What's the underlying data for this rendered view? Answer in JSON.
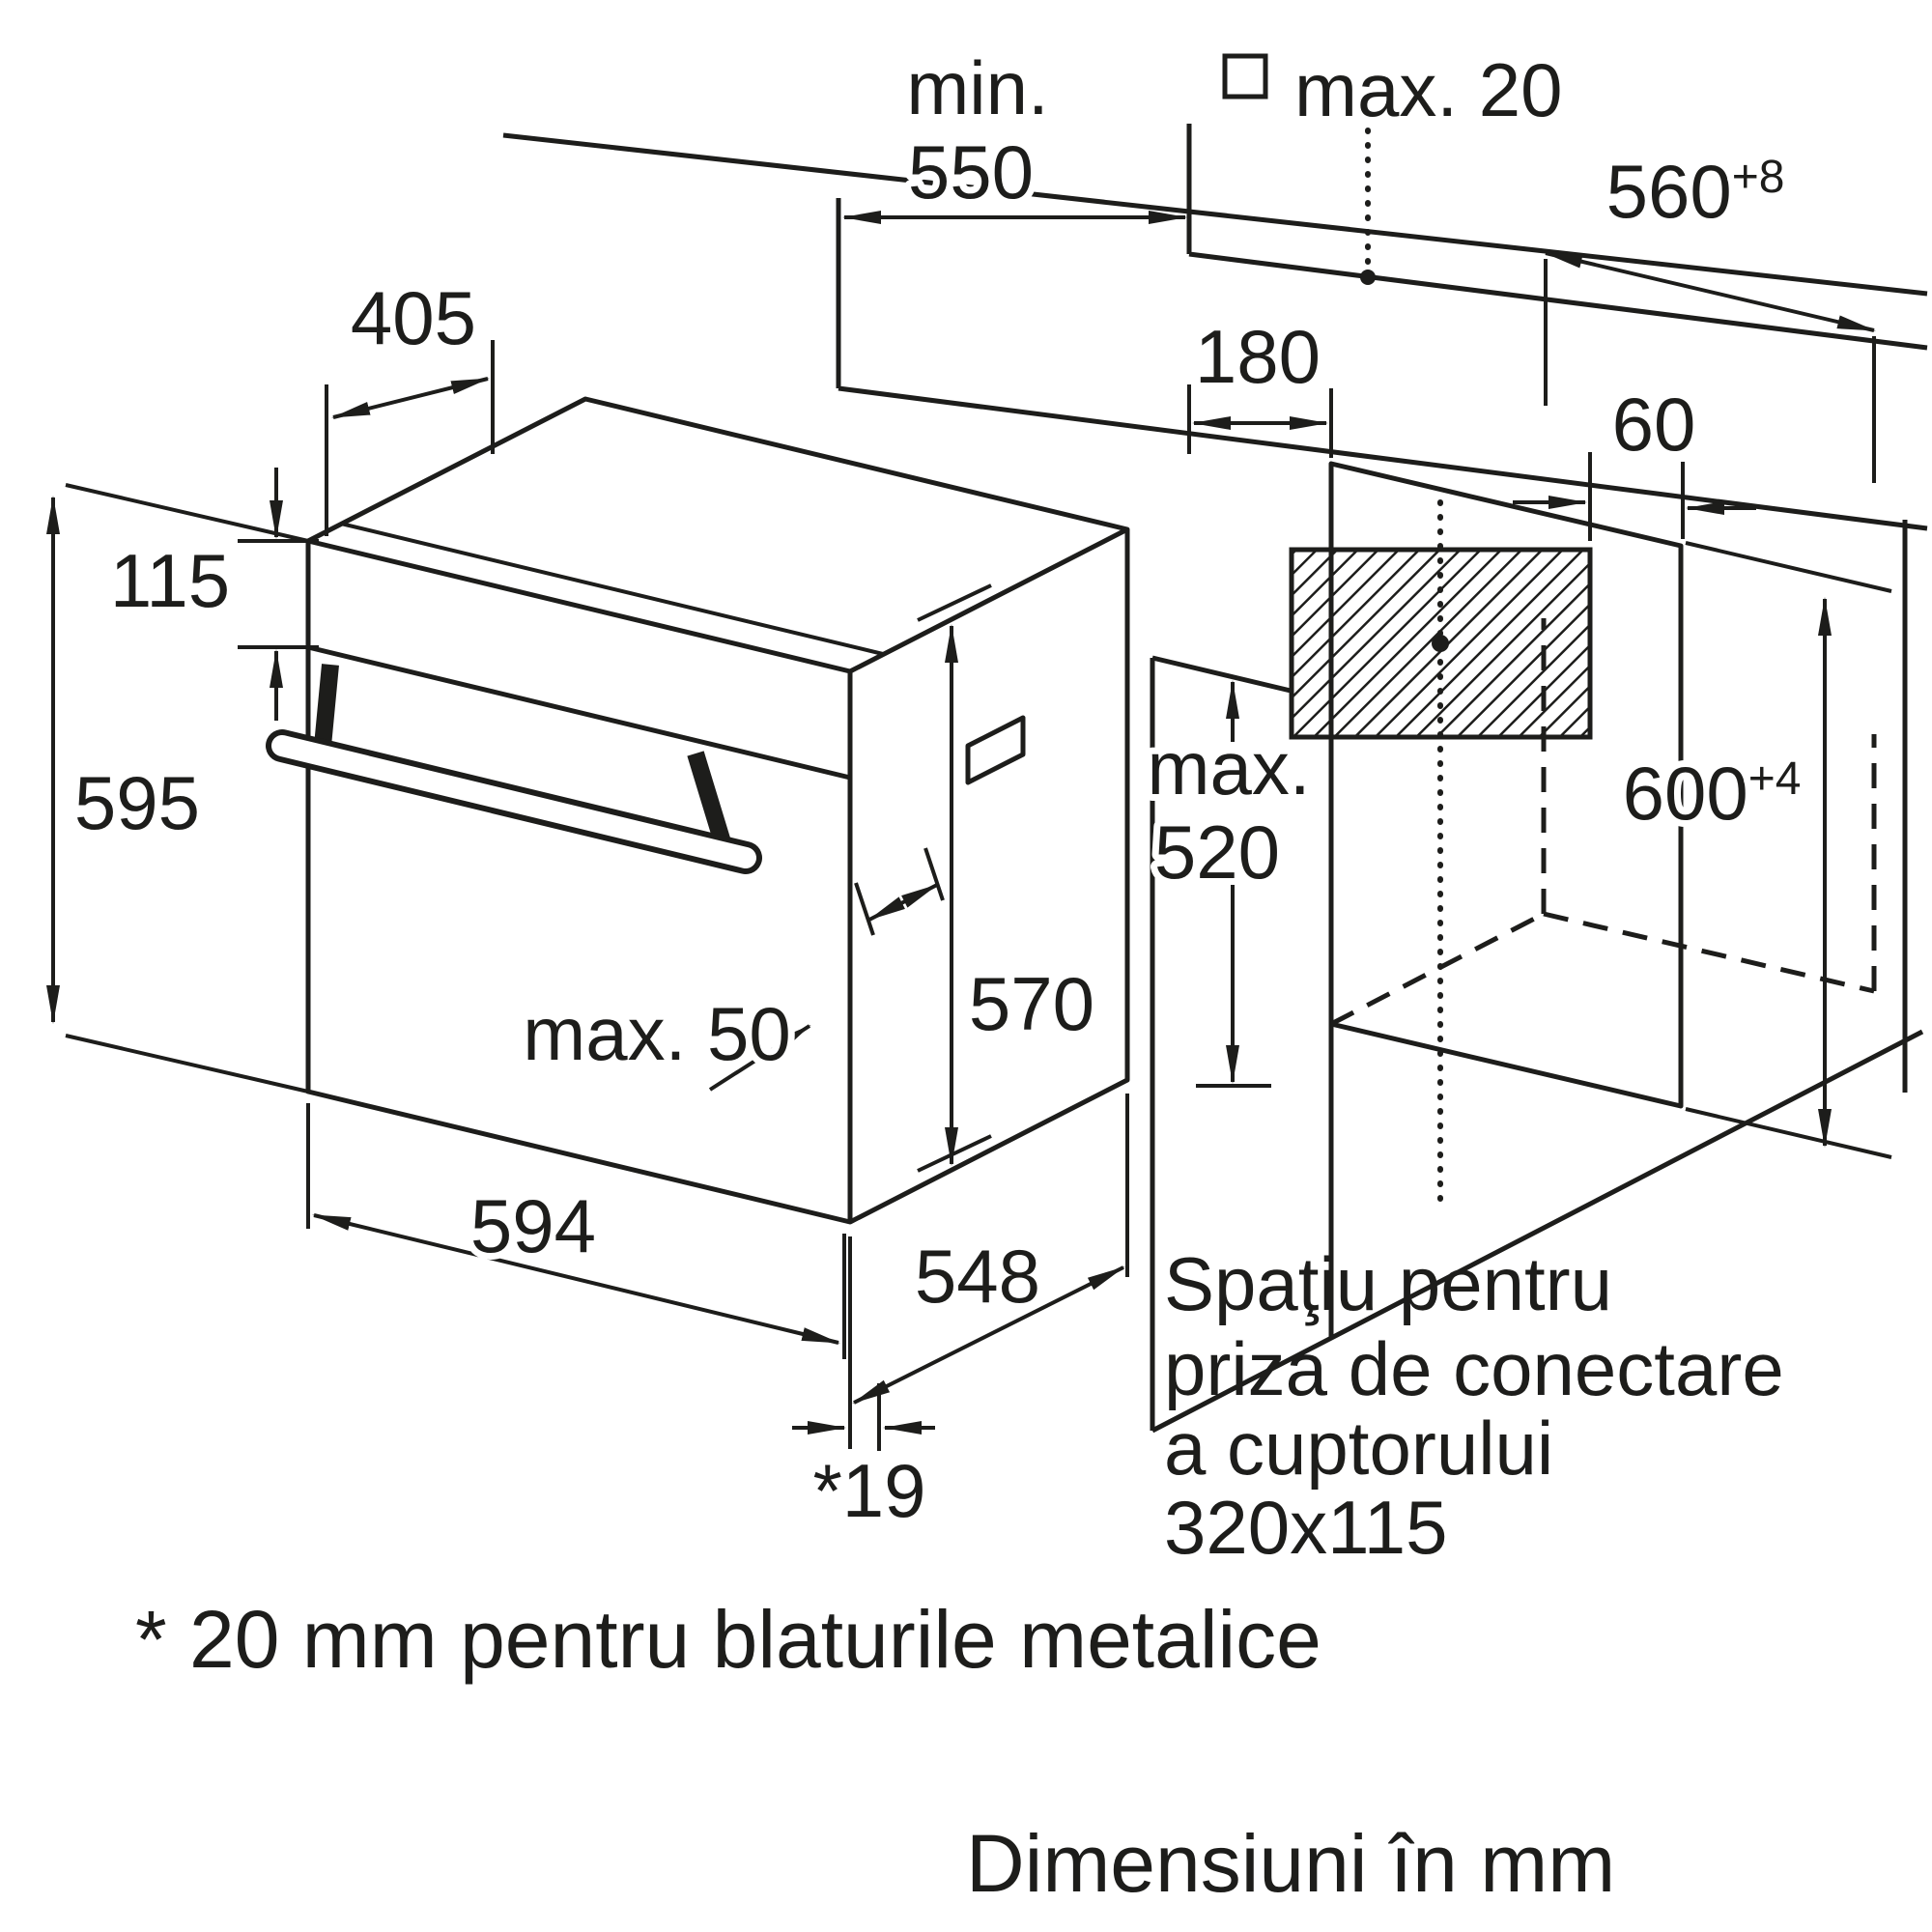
{
  "ink": "#1d1d1b",
  "labels": {
    "min_prefix": "min.",
    "min_value": "550",
    "max20": "max. 20",
    "niche_width": "560",
    "niche_width_tol": "+8",
    "top_depth": "405",
    "socket_offset": "180",
    "socket_width": "60",
    "facia_height": "115",
    "oven_height": "595",
    "max_depth_l1": "max.",
    "max_depth_l2": "520",
    "niche_height": "600",
    "niche_height_tol": "+4",
    "handle_gap": "max. 50",
    "body_height": "570",
    "oven_width": "594",
    "body_depth": "548",
    "front_gap": "*19"
  },
  "notes": {
    "socket_space_l1": "Spaţiu pentru",
    "socket_space_l2": "priza de conectare",
    "socket_space_l3": "a cuptorului",
    "socket_space_l4": "320x115",
    "footnote": "* 20 mm pentru blaturile metalice",
    "units": "Dimensiuni în mm"
  }
}
